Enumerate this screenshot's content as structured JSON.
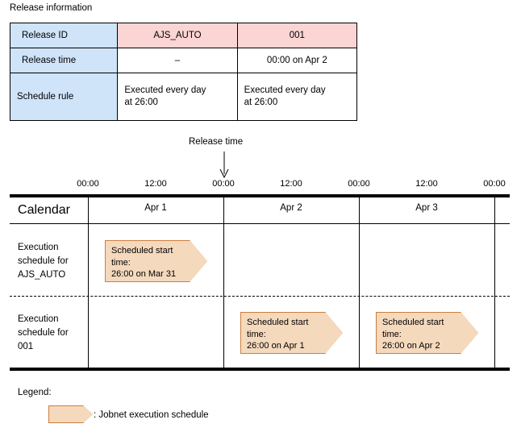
{
  "release_info": {
    "title": "Release information",
    "rows": [
      {
        "header": "Release ID",
        "col2": "AJS_AUTO",
        "col3": "001"
      },
      {
        "header": "Release time",
        "col2": "–",
        "col3": "00:00 on Apr 2"
      },
      {
        "header": "Schedule rule",
        "col2": "Executed every day\nat 26:00",
        "col3": "Executed every day\nat 26:00"
      }
    ],
    "header_bg": "#cfe3f9",
    "id_row_bg": "#fbd4d4"
  },
  "timeline": {
    "release_time_note": "Release time",
    "ticks": [
      "00:00",
      "12:00",
      "00:00",
      "12:00",
      "00:00",
      "12:00",
      "00:00"
    ],
    "calendar_label": "Calendar",
    "days": [
      "Apr 1",
      "Apr 2",
      "Apr 3"
    ],
    "rows": [
      {
        "label": "Execution\nschedule for\nAJS_AUTO",
        "arrows": [
          {
            "text": "Scheduled start\ntime:\n26:00 on Mar 31"
          }
        ]
      },
      {
        "label": "Execution\nschedule for\n001",
        "arrows": [
          {
            "text": "Scheduled start\ntime:\n26:00 on Apr 1"
          },
          {
            "text": "Scheduled start\ntime:\n26:00 on Apr 2"
          }
        ]
      }
    ]
  },
  "legend": {
    "title": "Legend:",
    "entry_text": ": Jobnet execution schedule",
    "shape_fill": "#f5d9bd",
    "shape_border": "#cb7f3e"
  }
}
